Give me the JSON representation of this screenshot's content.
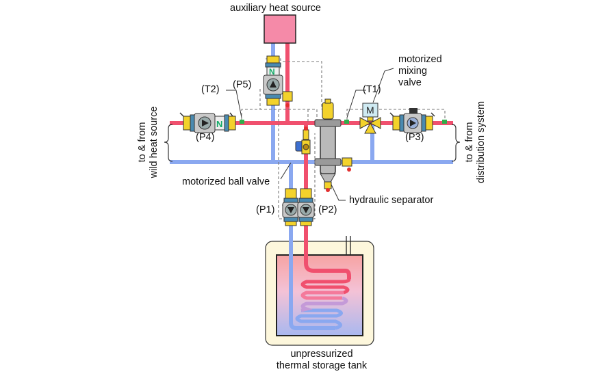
{
  "labels": {
    "aux_heat_source": "auxiliary heat source",
    "t2": "(T2)",
    "p5": "(P5)",
    "t1": "(T1)",
    "mixing_valve_line1": "motorized",
    "mixing_valve_line2": "mixing",
    "mixing_valve_line3": "valve",
    "p4": "(P4)",
    "p3": "(P3)",
    "wild_line1": "to & from",
    "wild_line2": "wild heat source",
    "dist_line1": "to & from",
    "dist_line2": "distribution system",
    "ball_valve": "motorized ball valve",
    "separator": "hydraulic separator",
    "p1": "(P1)",
    "p2": "(P2)",
    "tank_line1": "unpressurized",
    "tank_line2": "thermal storage tank",
    "valve_actuator_letter": "M"
  },
  "colors": {
    "hot_pipe": "#f0506e",
    "cold_pipe": "#8aa8f0",
    "aux_box": "#f58aa8",
    "tank_outer": "#fdf7dc",
    "separator": "#b9b9b9",
    "brass": "#f3d22b",
    "sensor": "#2fae4a"
  }
}
